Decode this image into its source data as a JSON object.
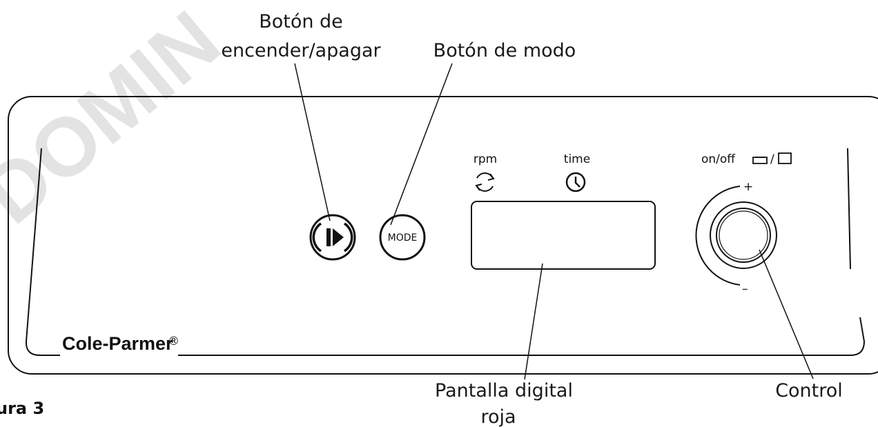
{
  "watermark": "DOMIN",
  "callouts": {
    "power_button_line1": "Botón de",
    "power_button_line2": "encender/apagar",
    "mode_button": "Botón de modo",
    "display_line1": "Pantalla digital",
    "display_line2": "roja",
    "control": "Control"
  },
  "panel": {
    "mode_button_label": "MODE",
    "rpm_label": "rpm",
    "time_label": "time",
    "knob_label": "on/off",
    "knob_plus": "+",
    "knob_minus": "–",
    "brand": "Cole-Parmer",
    "brand_mark": "®"
  },
  "figure_label": "ura 3",
  "icons": [
    "play-pause-icon",
    "rotation-arrows-icon",
    "clock-icon",
    "open-lid-icon",
    "closed-lid-icon"
  ],
  "colors": {
    "ink": "#111111",
    "watermark": "#e3e3e3"
  }
}
